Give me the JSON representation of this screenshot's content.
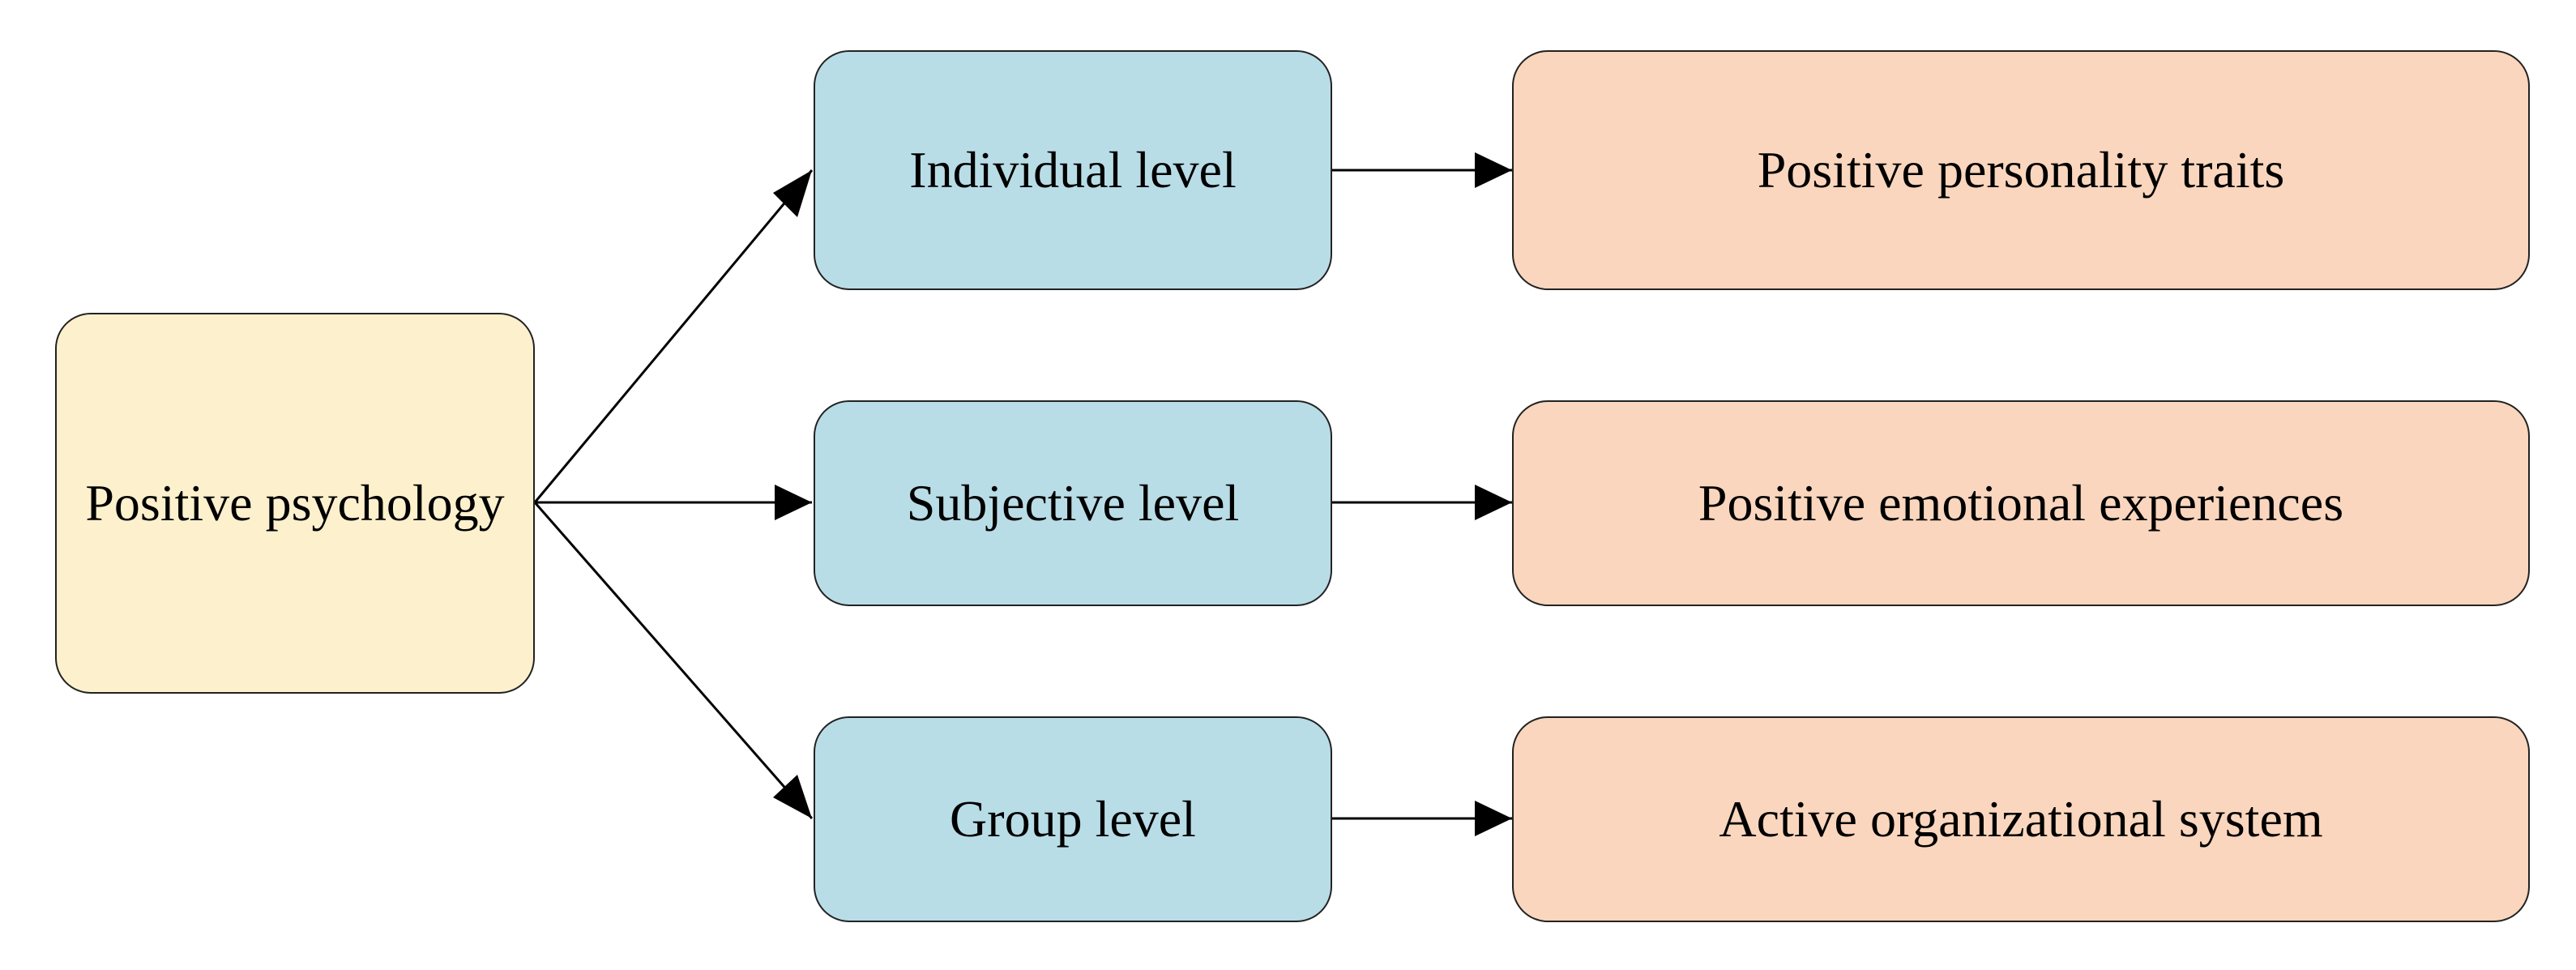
{
  "colors": {
    "root_fill": "#fdf0cd",
    "level_fill": "#b9dde7",
    "outcome_fill": "#f9d6bd",
    "stroke": "#222222"
  },
  "root": {
    "label": "Positive psychology"
  },
  "levels": [
    {
      "label": "Individual level",
      "outcome": "Positive personality traits"
    },
    {
      "label": "Subjective level",
      "outcome": "Positive emotional experiences"
    },
    {
      "label": "Group level",
      "outcome": "Active organizational system"
    }
  ]
}
